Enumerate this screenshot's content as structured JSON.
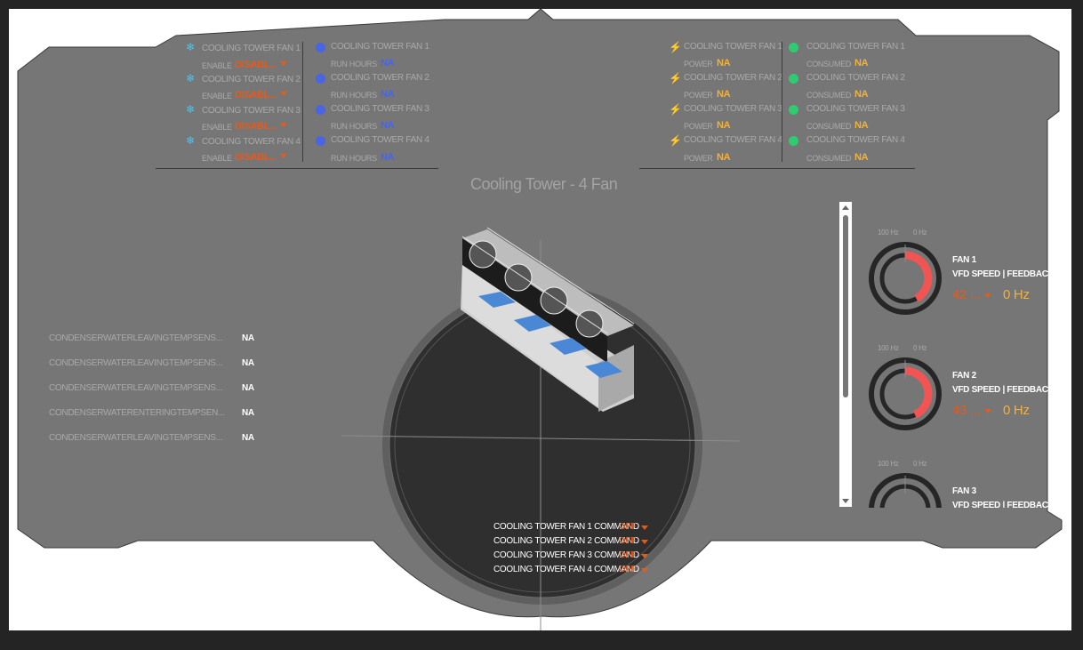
{
  "title": "Cooling Tower - 4 Fan",
  "enable_panel": [
    {
      "name": "COOLING TOWER FAN 1",
      "label": "ENABLE",
      "value": "DISABL..."
    },
    {
      "name": "COOLING TOWER FAN 2",
      "label": "ENABLE",
      "value": "DISABL..."
    },
    {
      "name": "COOLING TOWER FAN 3",
      "label": "ENABLE",
      "value": "DISABL..."
    },
    {
      "name": "COOLING TOWER FAN 4",
      "label": "ENABLE",
      "value": "DISABL..."
    }
  ],
  "run_hours_panel": [
    {
      "name": "COOLING TOWER FAN 1",
      "label": "RUN HOURS",
      "value": "NA"
    },
    {
      "name": "COOLING TOWER FAN 2",
      "label": "RUN HOURS",
      "value": "NA"
    },
    {
      "name": "COOLING TOWER FAN 3",
      "label": "RUN HOURS",
      "value": "NA"
    },
    {
      "name": "COOLING TOWER FAN 4",
      "label": "RUN HOURS",
      "value": "NA"
    }
  ],
  "power_panel": [
    {
      "name": "COOLING TOWER FAN 1",
      "label": "POWER",
      "value": "NA"
    },
    {
      "name": "COOLING TOWER FAN 2",
      "label": "POWER",
      "value": "NA"
    },
    {
      "name": "COOLING TOWER FAN 3",
      "label": "POWER",
      "value": "NA"
    },
    {
      "name": "COOLING TOWER FAN 4",
      "label": "POWER",
      "value": "NA"
    }
  ],
  "consumed_panel": [
    {
      "name": "COOLING TOWER FAN 1",
      "label": "CONSUMED",
      "value": "NA"
    },
    {
      "name": "COOLING TOWER FAN 2",
      "label": "CONSUMED",
      "value": "NA"
    },
    {
      "name": "COOLING TOWER FAN 3",
      "label": "CONSUMED",
      "value": "NA"
    },
    {
      "name": "COOLING TOWER FAN 4",
      "label": "CONSUMED",
      "value": "NA"
    }
  ],
  "sensors": [
    {
      "name": "CONDENSERWATERLEAVINGTEMPSENS...",
      "value": "NA"
    },
    {
      "name": "CONDENSERWATERLEAVINGTEMPSENS...",
      "value": "NA"
    },
    {
      "name": "CONDENSERWATERLEAVINGTEMPSENS...",
      "value": "NA"
    },
    {
      "name": "CONDENSERWATERENTERINGTEMPSEN...",
      "value": "NA"
    },
    {
      "name": "CONDENSERWATERLEAVINGTEMPSENS...",
      "value": "NA"
    }
  ],
  "commands": [
    {
      "label": "COOLING TOWER FAN 1 COMMAND",
      "value": "OFF"
    },
    {
      "label": "COOLING TOWER FAN 2 COMMAND",
      "value": "OFF"
    },
    {
      "label": "COOLING TOWER FAN 3 COMMAND",
      "value": "OFF"
    },
    {
      "label": "COOLING TOWER FAN 4 COMMAND",
      "value": "OFF"
    }
  ],
  "vfd": [
    {
      "fan": "FAN 1",
      "subtitle": "VFD SPEED | FEEDBACK",
      "max_label": "100 Hz",
      "min_label": "0 Hz",
      "speed": "42 ...",
      "feedback": "0 Hz",
      "speed_fraction": 0.42
    },
    {
      "fan": "FAN 2",
      "subtitle": "VFD SPEED | FEEDBACK",
      "max_label": "100 Hz",
      "min_label": "0 Hz",
      "speed": "43 ...",
      "feedback": "0 Hz",
      "speed_fraction": 0.43
    },
    {
      "fan": "FAN 3",
      "subtitle": "VFD SPEED | FEEDBACK",
      "max_label": "100 Hz",
      "min_label": "0 Hz",
      "speed": "",
      "feedback": "",
      "speed_fraction": 0
    }
  ],
  "colors": {
    "panel": "#767676",
    "accent_orange": "#e35b1e",
    "run_blue": "#4a64e6",
    "power_yellow": "#f2b23a",
    "consumed_green": "#2ecc71",
    "gauge_red": "#f25454"
  }
}
